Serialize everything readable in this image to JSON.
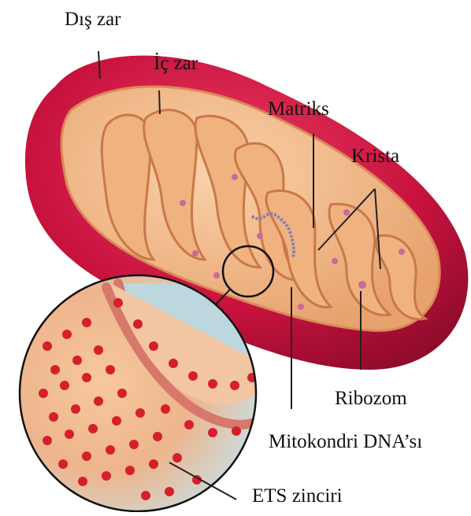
{
  "diagram": {
    "labels": {
      "outer_membrane": "Dış zar",
      "inner_membrane": "İç zar",
      "matrix": "Matriks",
      "crista": "Krista",
      "ribosome": "Ribozom",
      "mito_dna": "Mitokondri DNA’sı",
      "ets_chain": "ETS zinciri"
    },
    "colors": {
      "outer_membrane": "#c8123e",
      "inner_membrane": "#e9a777",
      "matrix": "#f3c08e",
      "ribosome": "#d83a3a",
      "zoom_background": "#bcd7dd"
    }
  }
}
